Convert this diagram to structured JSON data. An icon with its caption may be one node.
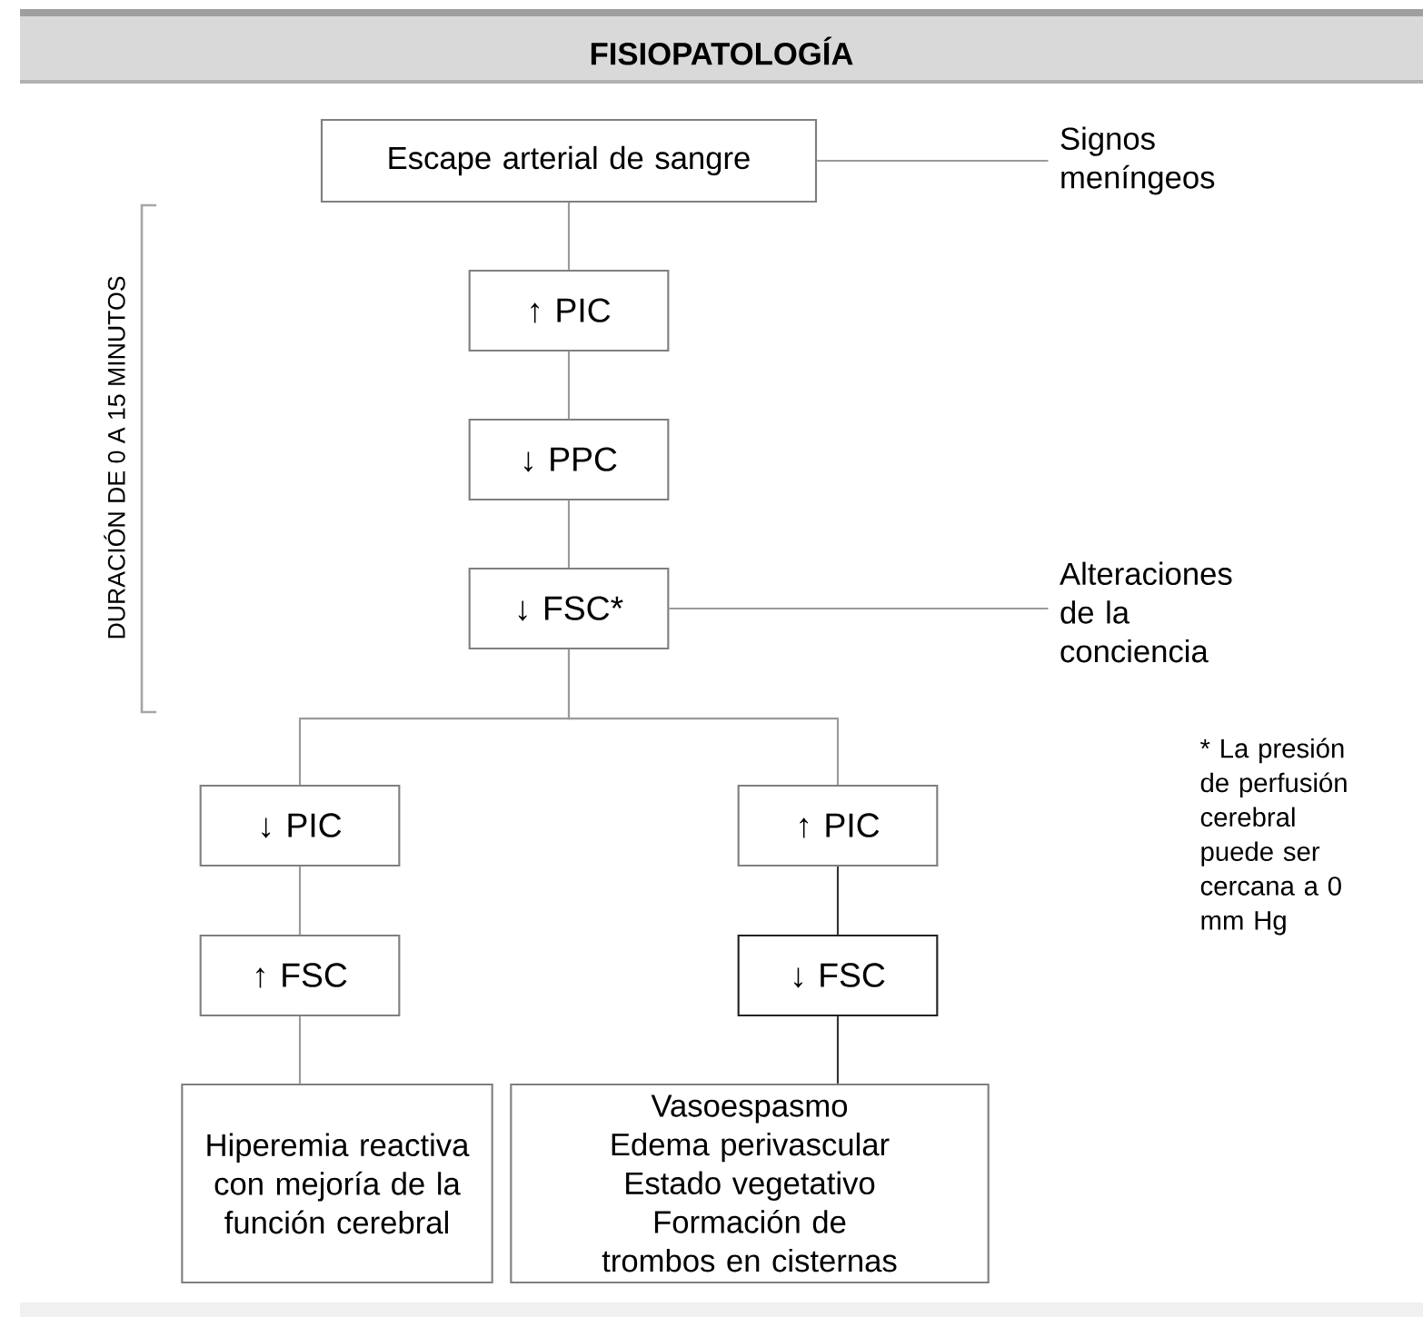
{
  "diagram": {
    "title": "FISIOPATOLOGÍA",
    "nodes": [
      {
        "text": [
          "Escape arterial de sangre"
        ]
      },
      {
        "text": [
          "Signos meníngeos"
        ]
      },
      {
        "text": [
          "↑ PIC"
        ]
      },
      {
        "text": [
          "↓ PPC"
        ]
      },
      {
        "text": [
          "↓ FSC*"
        ]
      },
      {
        "text": [
          "Alteraciones de la conciencia"
        ]
      },
      {
        "text": [
          "↓ PIC"
        ]
      },
      {
        "text": [
          "↑ PIC"
        ]
      },
      {
        "text": [
          "↑ FSC"
        ]
      },
      {
        "text": [
          "↓ FSC"
        ]
      },
      {
        "text": [
          "Hiperemia reactiva con mejoría de la función cerebral"
        ]
      },
      {
        "text": [
          "Vasoespasmo",
          "Edema perivascular",
          "Estado vegetativo",
          "Formación de trombos en cisternas"
        ]
      }
    ],
    "edges": [
      {
        "from": 0,
        "to": 1,
        "arrow": "none"
      },
      {
        "from": 0,
        "to": 2,
        "arrow": "none"
      },
      {
        "from": 2,
        "to": 3,
        "arrow": "none"
      },
      {
        "from": 3,
        "to": 4,
        "arrow": "none"
      },
      {
        "from": 4,
        "to": 5,
        "arrow": "none"
      },
      {
        "from": 4,
        "to": 6,
        "arrow": "none"
      },
      {
        "from": 4,
        "to": 7,
        "arrow": "none"
      },
      {
        "from": 6,
        "to": 8,
        "arrow": "none"
      },
      {
        "from": 7,
        "to": 9,
        "arrow": "none",
        "color": "#333333"
      },
      {
        "from": 8,
        "to": 10,
        "arrow": "none"
      },
      {
        "from": 9,
        "to": 11,
        "arrow": "none",
        "color": "#333333"
      }
    ],
    "labels": [
      "DURACIÓN DE 0 A 15 MINUTOS",
      "* La presión de perfusión cerebral puede ser cercana a 0 mm Hg"
    ]
  }
}
